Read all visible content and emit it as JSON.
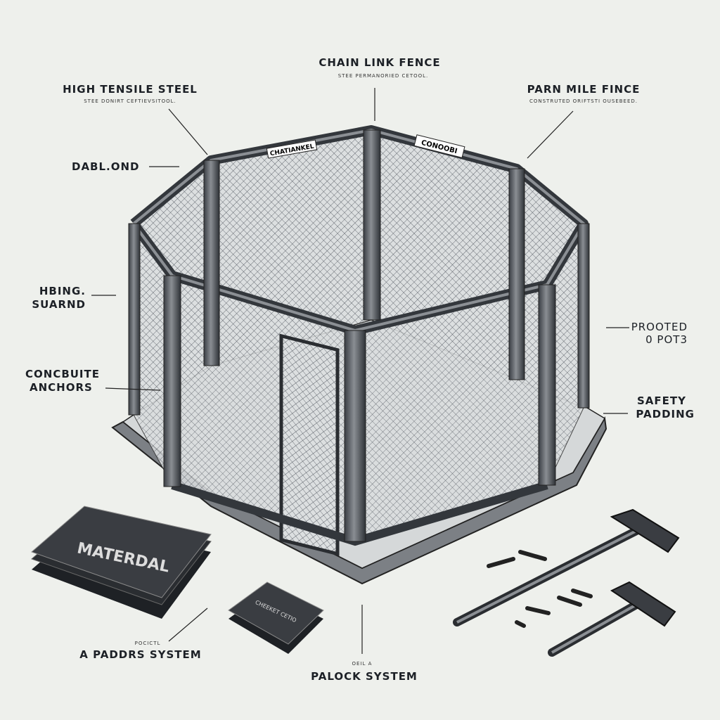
{
  "labels": {
    "chain_link_fence": {
      "title": "CHAIN LINK FENCE",
      "sub": "STEE PERMANORIED CETOOL."
    },
    "high_tensile_steel": {
      "title": "HIGH TENSILE STEEL",
      "sub": "STEE DONIRT CEFTIEVSITOOL."
    },
    "parn_mile_fince": {
      "title": "PARN MILE FINCE",
      "sub": "CONSTRUTED ORIFTSTI OUSEBEED."
    },
    "dabl_ond": {
      "title": "DABL.OND"
    },
    "hbing_suarnd": {
      "line1": "HBING.",
      "line2": "SUARND"
    },
    "concrete_anchors": {
      "line1": "CONCBUITE",
      "line2": "ANCHORS"
    },
    "prooted_pots": {
      "line1": "PROOTED",
      "line2": "0 POT3"
    },
    "safety_padding": {
      "line1": "SAFETY",
      "line2": "PADDING"
    },
    "paddrs_system": {
      "title": "A PADDRS SYSTEM",
      "sub": "POCICTL"
    },
    "palock_system": {
      "title": "PALOCK SYSTEM",
      "sub": "OEIL A"
    }
  },
  "props": {
    "material_pad_text": "MATERDAL",
    "small_pad_text": "CHEEKET CETIO",
    "banner_left": "CHATIANKEL",
    "banner_right": "CONOOBI"
  },
  "colors": {
    "background": "#eef0ec",
    "ink": "#1c2026",
    "steel": "#6b6f74",
    "mesh": "#4a4f58"
  }
}
